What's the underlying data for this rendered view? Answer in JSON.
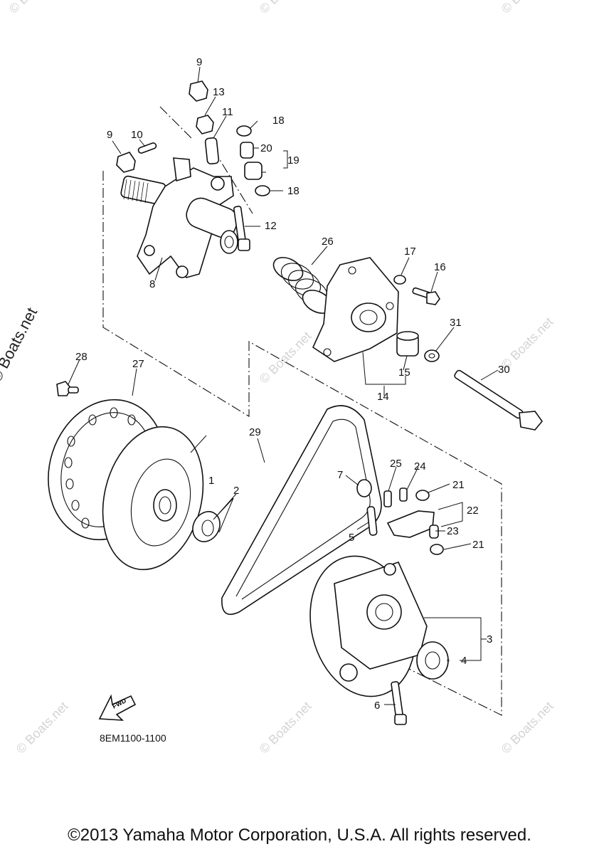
{
  "diagram": {
    "code": "8EM1100-1100",
    "fwd_label": "FWD",
    "callouts": [
      "1",
      "2",
      "3",
      "4",
      "5",
      "6",
      "7",
      "8",
      "9",
      "9",
      "10",
      "11",
      "12",
      "13",
      "14",
      "15",
      "16",
      "17",
      "18",
      "18",
      "19",
      "20",
      "21",
      "21",
      "22",
      "23",
      "24",
      "25",
      "26",
      "27",
      "28",
      "29",
      "30",
      "31"
    ]
  },
  "watermark": "© Boats.net",
  "copyright": "©2013 Yamaha Motor Corporation, U.S.A. All rights reserved."
}
